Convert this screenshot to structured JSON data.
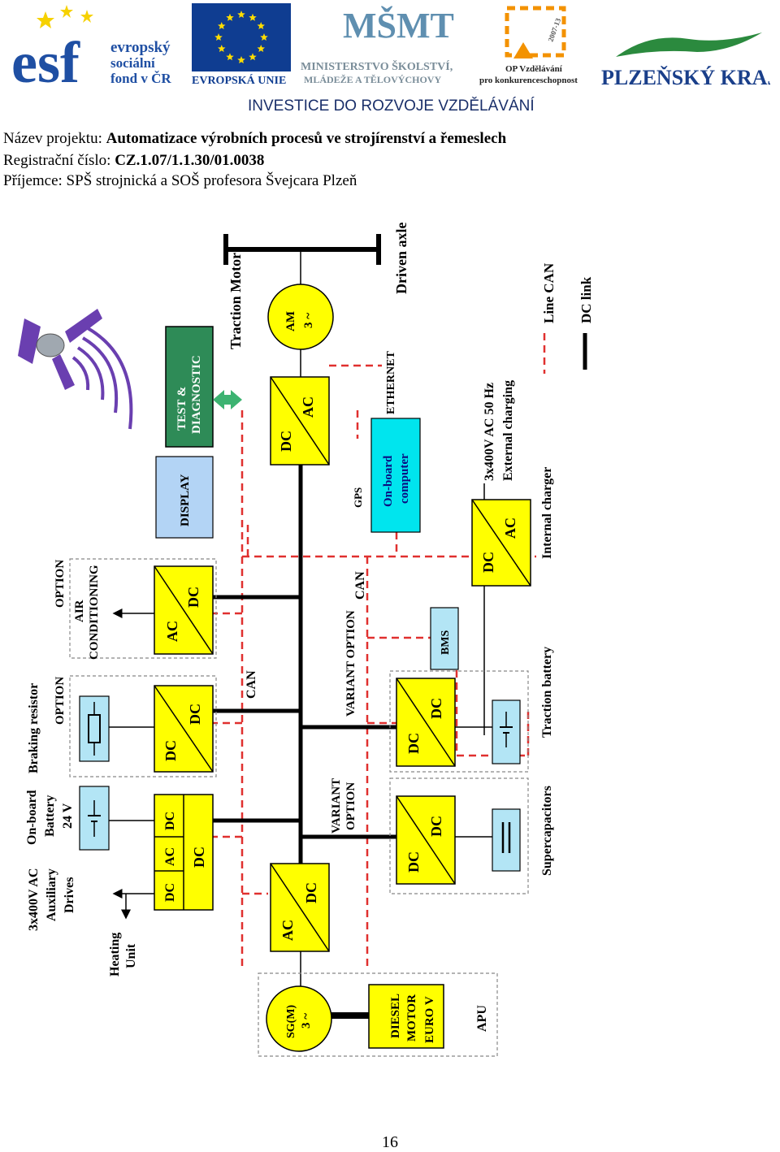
{
  "logos": {
    "esf": {
      "brand": "esf",
      "line1": "evropský",
      "line2": "sociální",
      "line3": "fond v ČR",
      "color": "#1f4fa3",
      "accent": "#f6d100"
    },
    "eu": {
      "label": "EVROPSKÁ UNIE",
      "color": "#0f3d91",
      "star_color": "#ffdd00"
    },
    "msmt": {
      "brand": "MŠMT",
      "line1": "MINISTERSTVO ŠKOLSTVÍ,",
      "line2": "MLÁDEŽE A TĚLOVÝCHOVY",
      "color": "#7fa4c0"
    },
    "op": {
      "line1": "OP Vzdělávání",
      "line2": "pro konkurenceschopnost",
      "badge": "2007-13",
      "color": "#f39200"
    },
    "kraj": {
      "label": "PLZEŇSKÝ KRAJ",
      "color": "#1a3f8a",
      "accent": "#2b8a3e"
    },
    "investice": "INVESTICE DO ROZVOJE VZDĚLÁVÁNÍ"
  },
  "header": {
    "project_label": "Název projektu:",
    "project_value": "Automatizace výrobních procesů ve strojírenství a řemeslech",
    "reg_label": "Registrační číslo:",
    "reg_value": "CZ.1.07/1.1.30/01.0038",
    "recipient": "Příjemce: SPŠ strojnická a SOŠ profesora Švejcara Plzeň"
  },
  "diagram": {
    "colors": {
      "yellow": "#ffff00",
      "green": "#2e8b57",
      "lightblue": "#b3e5f5",
      "cyan": "#00e5ee",
      "line_can": "#e0302f",
      "dc_link": "#000000"
    },
    "legend": {
      "can": "Line CAN",
      "dc": "DC link"
    },
    "labels": {
      "driven_axle": "Driven axle",
      "traction_motor": "Traction Motor",
      "am": "AM",
      "am3": "3 ~",
      "test_diag_1": "TEST &",
      "test_diag_2": "DIAGNOSTIC",
      "display": "DISPLAY",
      "gps": "GPS",
      "ethernet": "ETHERNET",
      "onboard_1": "On-board",
      "onboard_2": "computer",
      "ext_1": "3x400V AC 50 Hz",
      "ext_2": "External charging",
      "internal_charger": "Internal charger",
      "can1": "CAN",
      "can2": "CAN",
      "bms": "BMS",
      "variant_option": "VARIANT OPTION",
      "variant_2a": "VARIANT",
      "variant_2b": "OPTION",
      "traction_battery": "Traction battery",
      "supercapacitors": "Supercapacitors",
      "option1": "OPTION",
      "air1": "AIR",
      "air2": "CONDITIONING",
      "option2": "OPTION",
      "braking_resistor": "Braking resistor",
      "onboard_battery_1": "On-board",
      "onboard_battery_2": "Battery",
      "onboard_battery_3": "24 V",
      "aux_1": "3x400V AC",
      "aux_2": "Auxiliary",
      "aux_3": "Drives",
      "heating_1": "Heating",
      "heating_2": "Unit",
      "sg_1": "SG(M)",
      "sg_2": "3 ~",
      "diesel_1": "DIESEL",
      "diesel_2": "MOTOR",
      "diesel_3": "EURO V",
      "apu": "APU",
      "dc": "DC",
      "ac": "AC"
    }
  },
  "page_number": "16"
}
